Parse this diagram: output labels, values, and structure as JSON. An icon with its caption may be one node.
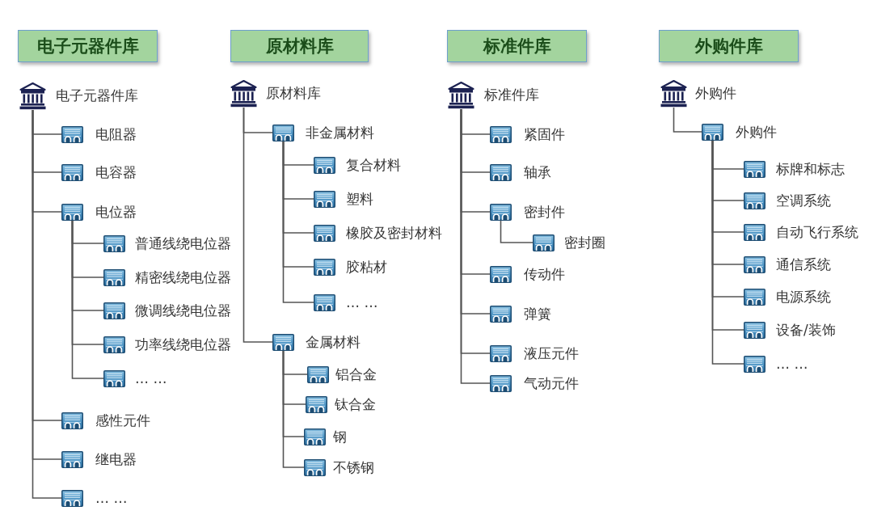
{
  "diagram": {
    "nodes": [
      {
        "text": [
          "电子元器件库"
        ]
      },
      {
        "text": [
          "原材料库"
        ]
      },
      {
        "text": [
          "标准件库"
        ]
      },
      {
        "text": [
          "外购件库"
        ]
      },
      {
        "text": [
          "电子元器件库"
        ]
      },
      {
        "text": [
          "电阻器"
        ]
      },
      {
        "text": [
          "电容器"
        ]
      },
      {
        "text": [
          "电位器"
        ]
      },
      {
        "text": [
          "普通线绕电位器"
        ]
      },
      {
        "text": [
          "精密线绕电位器"
        ]
      },
      {
        "text": [
          "微调线绕电位器"
        ]
      },
      {
        "text": [
          "功率线绕电位器"
        ]
      },
      {
        "text": [
          "… …"
        ]
      },
      {
        "text": [
          "感性元件"
        ]
      },
      {
        "text": [
          "继电器"
        ]
      },
      {
        "text": [
          "… …"
        ]
      },
      {
        "text": [
          "原材料库"
        ]
      },
      {
        "text": [
          "非金属材料"
        ]
      },
      {
        "text": [
          "复合材料"
        ]
      },
      {
        "text": [
          "塑料"
        ]
      },
      {
        "text": [
          "橡胶及密封材料"
        ]
      },
      {
        "text": [
          "胶粘材"
        ]
      },
      {
        "text": [
          "… …"
        ]
      },
      {
        "text": [
          "金属材料"
        ]
      },
      {
        "text": [
          "铝合金"
        ]
      },
      {
        "text": [
          "钛合金"
        ]
      },
      {
        "text": [
          "钢"
        ]
      },
      {
        "text": [
          "不锈钢"
        ]
      },
      {
        "text": [
          "标准件库"
        ]
      },
      {
        "text": [
          "紧固件"
        ]
      },
      {
        "text": [
          "轴承"
        ]
      },
      {
        "text": [
          "密封件"
        ]
      },
      {
        "text": [
          "密封圈"
        ]
      },
      {
        "text": [
          "传动件"
        ]
      },
      {
        "text": [
          "弹簧"
        ]
      },
      {
        "text": [
          "液压元件"
        ]
      },
      {
        "text": [
          "气动元件"
        ]
      },
      {
        "text": [
          "外购件"
        ]
      },
      {
        "text": [
          "外购件"
        ]
      },
      {
        "text": [
          "标牌和标志"
        ]
      },
      {
        "text": [
          "空调系统"
        ]
      },
      {
        "text": [
          "自动飞行系统"
        ]
      },
      {
        "text": [
          "通信系统"
        ]
      },
      {
        "text": [
          "电源系统"
        ]
      },
      {
        "text": [
          "设备/装饰"
        ]
      },
      {
        "text": [
          "… …"
        ]
      }
    ],
    "edges": [
      {
        "from": 4,
        "to": 5,
        "arrow": "none"
      },
      {
        "from": 4,
        "to": 6,
        "arrow": "none"
      },
      {
        "from": 4,
        "to": 7,
        "arrow": "none"
      },
      {
        "from": 7,
        "to": 8,
        "arrow": "none"
      },
      {
        "from": 7,
        "to": 9,
        "arrow": "none"
      },
      {
        "from": 7,
        "to": 10,
        "arrow": "none"
      },
      {
        "from": 7,
        "to": 11,
        "arrow": "none"
      },
      {
        "from": 7,
        "to": 12,
        "arrow": "none"
      },
      {
        "from": 4,
        "to": 13,
        "arrow": "none"
      },
      {
        "from": 4,
        "to": 14,
        "arrow": "none"
      },
      {
        "from": 4,
        "to": 15,
        "arrow": "none"
      },
      {
        "from": 16,
        "to": 17,
        "arrow": "none"
      },
      {
        "from": 17,
        "to": 18,
        "arrow": "none"
      },
      {
        "from": 17,
        "to": 19,
        "arrow": "none"
      },
      {
        "from": 17,
        "to": 20,
        "arrow": "none"
      },
      {
        "from": 17,
        "to": 21,
        "arrow": "none"
      },
      {
        "from": 17,
        "to": 22,
        "arrow": "none"
      },
      {
        "from": 16,
        "to": 23,
        "arrow": "none"
      },
      {
        "from": 23,
        "to": 24,
        "arrow": "none"
      },
      {
        "from": 23,
        "to": 25,
        "arrow": "none"
      },
      {
        "from": 23,
        "to": 26,
        "arrow": "none"
      },
      {
        "from": 23,
        "to": 27,
        "arrow": "none"
      },
      {
        "from": 28,
        "to": 29,
        "arrow": "none"
      },
      {
        "from": 28,
        "to": 30,
        "arrow": "none"
      },
      {
        "from": 28,
        "to": 31,
        "arrow": "none"
      },
      {
        "from": 31,
        "to": 32,
        "arrow": "none"
      },
      {
        "from": 28,
        "to": 33,
        "arrow": "none"
      },
      {
        "from": 28,
        "to": 34,
        "arrow": "none"
      },
      {
        "from": 28,
        "to": 35,
        "arrow": "none"
      },
      {
        "from": 28,
        "to": 36,
        "arrow": "none"
      },
      {
        "from": 37,
        "to": 38,
        "arrow": "none"
      },
      {
        "from": 38,
        "to": 39,
        "arrow": "none"
      },
      {
        "from": 38,
        "to": 40,
        "arrow": "none"
      },
      {
        "from": 38,
        "to": 41,
        "arrow": "none"
      },
      {
        "from": 38,
        "to": 42,
        "arrow": "none"
      },
      {
        "from": 38,
        "to": 43,
        "arrow": "none"
      },
      {
        "from": 38,
        "to": 44,
        "arrow": "none"
      },
      {
        "from": 38,
        "to": 45,
        "arrow": "none"
      }
    ]
  }
}
